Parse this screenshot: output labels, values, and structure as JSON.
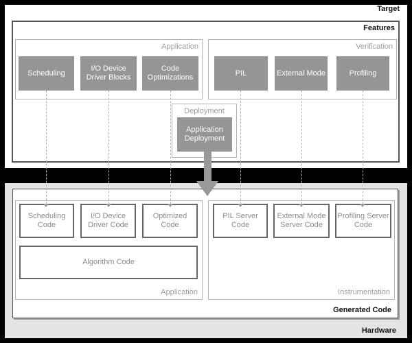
{
  "target": {
    "label": "Target"
  },
  "features": {
    "label": "Features",
    "application": {
      "label": "Application",
      "blocks": [
        "Scheduling",
        "I/O Device Driver Blocks",
        "Code Optimizations"
      ]
    },
    "verification": {
      "label": "Verification",
      "blocks": [
        "PIL",
        "External Mode",
        "Profiling"
      ]
    },
    "deployment": {
      "label": "Deployment",
      "block": "Application Deployment"
    }
  },
  "hardware": {
    "label": "Hardware"
  },
  "generated_code": {
    "label": "Generated Code",
    "application": {
      "label": "Application",
      "boxes": [
        "Scheduling Code",
        "I/O Device Driver Code",
        "Optimized Code"
      ],
      "algorithm_box": "Algorithm Code"
    },
    "instrumentation": {
      "label": "Instrumentation",
      "boxes": [
        "PIL Server Code",
        "External Mode Server Code",
        "Profiling Server Code"
      ]
    }
  },
  "colors": {
    "background": "#000000",
    "target_section_bg": "#ffffff",
    "hardware_section_bg": "#e4e4e4",
    "block_fill": "#959595",
    "block_text": "#ffffff",
    "group_border": "#b4b4b4",
    "group_label": "#9c9c9c",
    "codebox_border": "#666666",
    "codebox_text": "#8c8c8c",
    "section_border": "#555555",
    "dashed_line": "#b3b3b3",
    "arrow": "#999999",
    "section_label_text": "#111111"
  }
}
